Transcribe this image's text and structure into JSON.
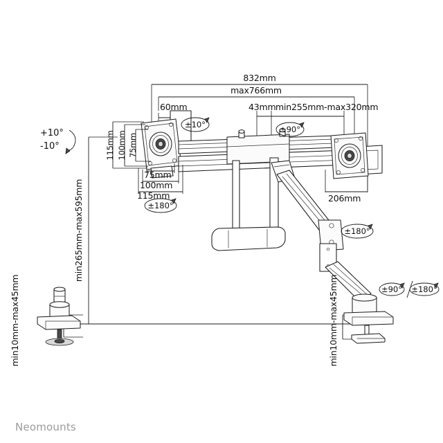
{
  "product_drawing": {
    "brand": "Neomounts",
    "background_color": "#ffffff",
    "line_color": "#1a1a1a",
    "brand_color": "#9a9a9a",
    "title": "Dual monitor desk mount technical dimension drawing",
    "dimensions": {
      "overall_width": "832mm",
      "max_reach": "max766mm",
      "left_offset": "60mm",
      "center_offset": "43mm",
      "height_range_arm": "min255mm-max320mm",
      "monitor_depth": "206mm",
      "column_height_range": "min265mm-max595mm",
      "clamp_left": "min10mm-max45mm",
      "clamp_right": "min10mm-max45mm"
    },
    "vesa": {
      "vertical": [
        "115mm",
        "100mm",
        "75mm"
      ],
      "horizontal": [
        "75mm",
        "100mm",
        "115mm"
      ]
    },
    "rotation_labels": {
      "head_tilt_up": "+10°",
      "head_tilt_down": "-10°",
      "head_rotate_left": "±10°",
      "head_swivel_left": "±180°",
      "bar_rotate": "±90°",
      "arm_rotate": "±180°",
      "base_rotate": "±90°/±180°"
    }
  }
}
